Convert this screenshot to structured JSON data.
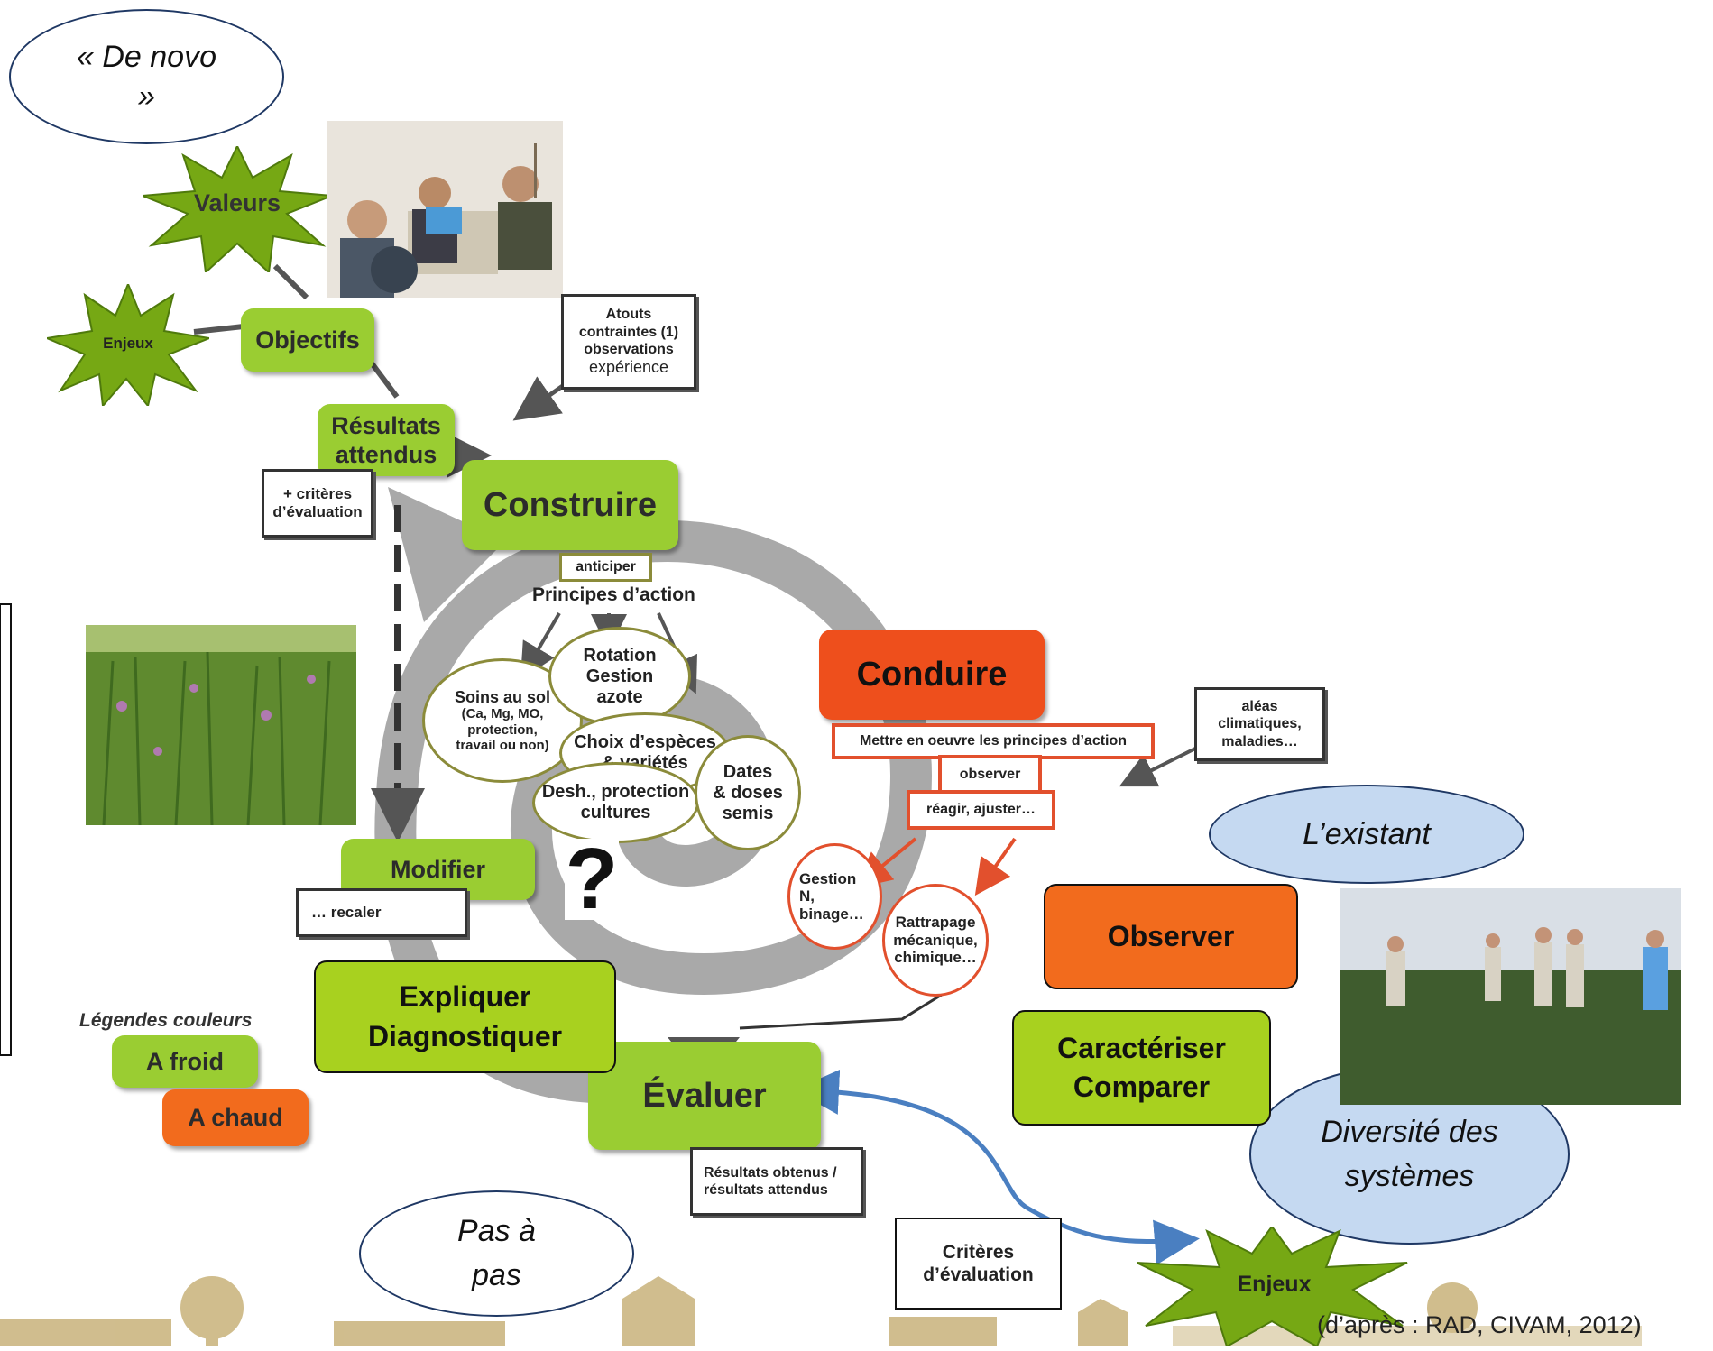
{
  "ellipses": {
    "de_novo": "« De novo »",
    "existant": "L’existant",
    "diversite": "Diversité des systèmes",
    "pas_a_pas": "Pas à pas"
  },
  "stars": {
    "valeurs": "Valeurs",
    "enjeux_top": "Enjeux",
    "enjeux_bottom": "Enjeux"
  },
  "boxes": {
    "objectifs": "Objectifs",
    "resultats": "Résultats attendus",
    "construire": "Construire",
    "conduire": "Conduire",
    "modifier": "Modifier",
    "evaluer": "Évaluer",
    "expliquer": "Expliquer Diagnostiquer",
    "observer": "Observer",
    "caracteriser": "Caractériser Comparer"
  },
  "notes": {
    "atouts_1": "Atouts",
    "atouts_2": "contraintes (1)",
    "atouts_3": "observations",
    "atouts_4": "expérience",
    "criteres_plus_1": "+ critères",
    "criteres_plus_2": "d’évaluation",
    "anticiper": "anticiper",
    "principes": "Principes d’action",
    "aleas": "aléas climatiques, maladies…",
    "mettre": "Mettre en oeuvre les principes d’action",
    "observer_small": "observer",
    "reagir": "réagir, ajuster…",
    "recaler": "… recaler",
    "resultats_obtenus_1": "Résultats obtenus /",
    "resultats_obtenus_2": "résultats attendus",
    "criteres_eval_1": "Critères",
    "criteres_eval_2": "d’évaluation"
  },
  "ovals": {
    "soins_1": "Soins au sol",
    "soins_2": "(Ca, Mg, MO,",
    "soins_3": "protection,",
    "soins_4": "travail ou non)",
    "rotation_1": "Rotation",
    "rotation_2": "Gestion",
    "rotation_3": "azote",
    "choix_1": "Choix d’espèces",
    "choix_2": "& variétés",
    "desh_1": "Desh., protection",
    "desh_2": "cultures",
    "dates_1": "Dates",
    "dates_2": "& doses",
    "dates_3": "semis",
    "gestion_1": "Gestion",
    "gestion_2": "N,",
    "gestion_3": "binage…",
    "rattrapage_1": "Rattrapage",
    "rattrapage_2": "mécanique,",
    "rattrapage_3": "chimique…"
  },
  "question_mark": "?",
  "legend": {
    "title": "Légendes couleurs",
    "froid": "A froid",
    "chaud": "A chaud"
  },
  "source": "(d’après : RAD, CIVAM, 2012)",
  "colors": {
    "green": "#9acd32",
    "orange": "#f26b1d",
    "light_blue": "#c5d9f1",
    "spiral_gray": "#a9a9a9"
  }
}
